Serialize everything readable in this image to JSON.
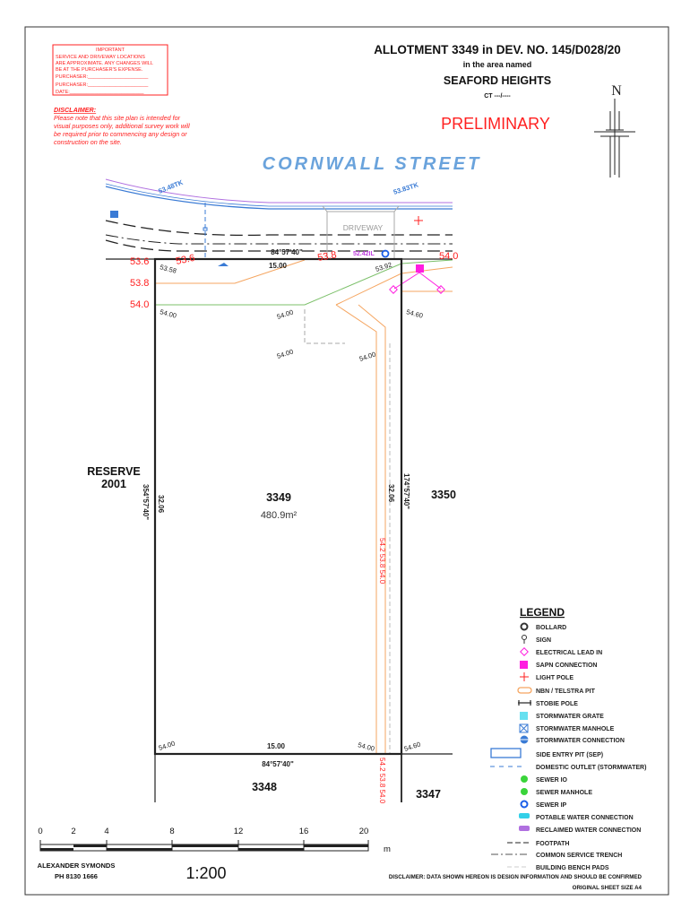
{
  "important_box": {
    "heading": "IMPORTANT",
    "lines": [
      "SERVICE AND DRIVEWAY LOCATIONS",
      "ARE APPROXIMATE. ANY CHANGES WILL",
      "BE AT THE PURCHASER'S EXPENSE."
    ],
    "purchaser1": "PURCHASER:______________________",
    "purchaser2": "PURCHASER:______________________",
    "date": "DATE:___________________________"
  },
  "disclaimer": {
    "heading": "DISCLAIMER:",
    "lines": [
      "Please note that this site plan is intended for",
      "visual purposes only, additional survey work will",
      "be required prior to commencing any design or",
      "construction on the site."
    ]
  },
  "title": {
    "line1": "ALLOTMENT 3349 in DEV. NO. 145/D028/20",
    "line2": "in the area named",
    "line3": "SEAFORD HEIGHTS",
    "line4": "CT ---/----",
    "status": "PRELIMINARY",
    "north": "N"
  },
  "street": "CORNWALL STREET",
  "plan": {
    "tk_left": "53.48TK",
    "tk_right": "53.83TK",
    "driveway": "DRIVEWAY",
    "invert": "52.42IL",
    "bearing_top": "84°57'40\"",
    "bearing_bottom": "84°57'40\"",
    "bearing_left": "354°57'40\"",
    "bearing_right": "174°57'40\"",
    "front_length": "15.00",
    "rear_length": "15.00",
    "side_left": "32.06",
    "side_right": "32.06",
    "contours": [
      "53.6",
      "53.8",
      "54.0",
      "53.6",
      "53.8",
      "54.0"
    ],
    "contour_side": "54.2 53.8 54.0",
    "spot_levels": [
      "53.58",
      "53.92",
      "54.00",
      "54.00",
      "54.60",
      "54.00",
      "54.00",
      "54.00",
      "54.00",
      "54.60"
    ],
    "lot_number": "3349",
    "lot_area": "480.9m²",
    "reserve": "RESERVE",
    "reserve_no": "2001",
    "neighbour_right": "3350",
    "neighbour_below": "3348",
    "neighbour_below_right": "3347"
  },
  "legend": {
    "title": "LEGEND",
    "items": [
      "BOLLARD",
      "SIGN",
      "ELECTRICAL LEAD IN",
      "SAPN CONNECTION",
      "LIGHT POLE",
      "NBN / TELSTRA PIT",
      "STOBIE POLE",
      "STORMWATER GRATE",
      "STORMWATER MANHOLE",
      "STORMWATER CONNECTION",
      "SIDE ENTRY PIT (SEP)",
      "DOMESTIC OUTLET (STORMWATER)",
      "SEWER IO",
      "SEWER MANHOLE",
      "SEWER IP",
      "POTABLE WATER CONNECTION",
      "RECLAIMED WATER CONNECTION",
      "FOOTPATH",
      "COMMON SERVICE TRENCH",
      "BUILDING BENCH PADS"
    ]
  },
  "scale_bar": {
    "ticks": [
      "0",
      "2",
      "4",
      "8",
      "12",
      "16",
      "20"
    ],
    "unit": "m"
  },
  "footer": {
    "author": "ALEXANDER SYMONDS",
    "phone": "PH 8130 1666",
    "scale": "1:200",
    "disclaimer": "DISCLAIMER:  DATA SHOWN HEREON IS DESIGN INFORMATION AND SHOULD BE CONFIRMED",
    "sheet": "ORIGINAL SHEET SIZE A4"
  },
  "colors": {
    "red": "#ff2020",
    "blue": "#3a7bd5",
    "street": "#6aa3dc",
    "purple": "#b070e0",
    "orange": "#f5a560",
    "green": "#7cc06a",
    "magenta": "#ff1ee0"
  }
}
